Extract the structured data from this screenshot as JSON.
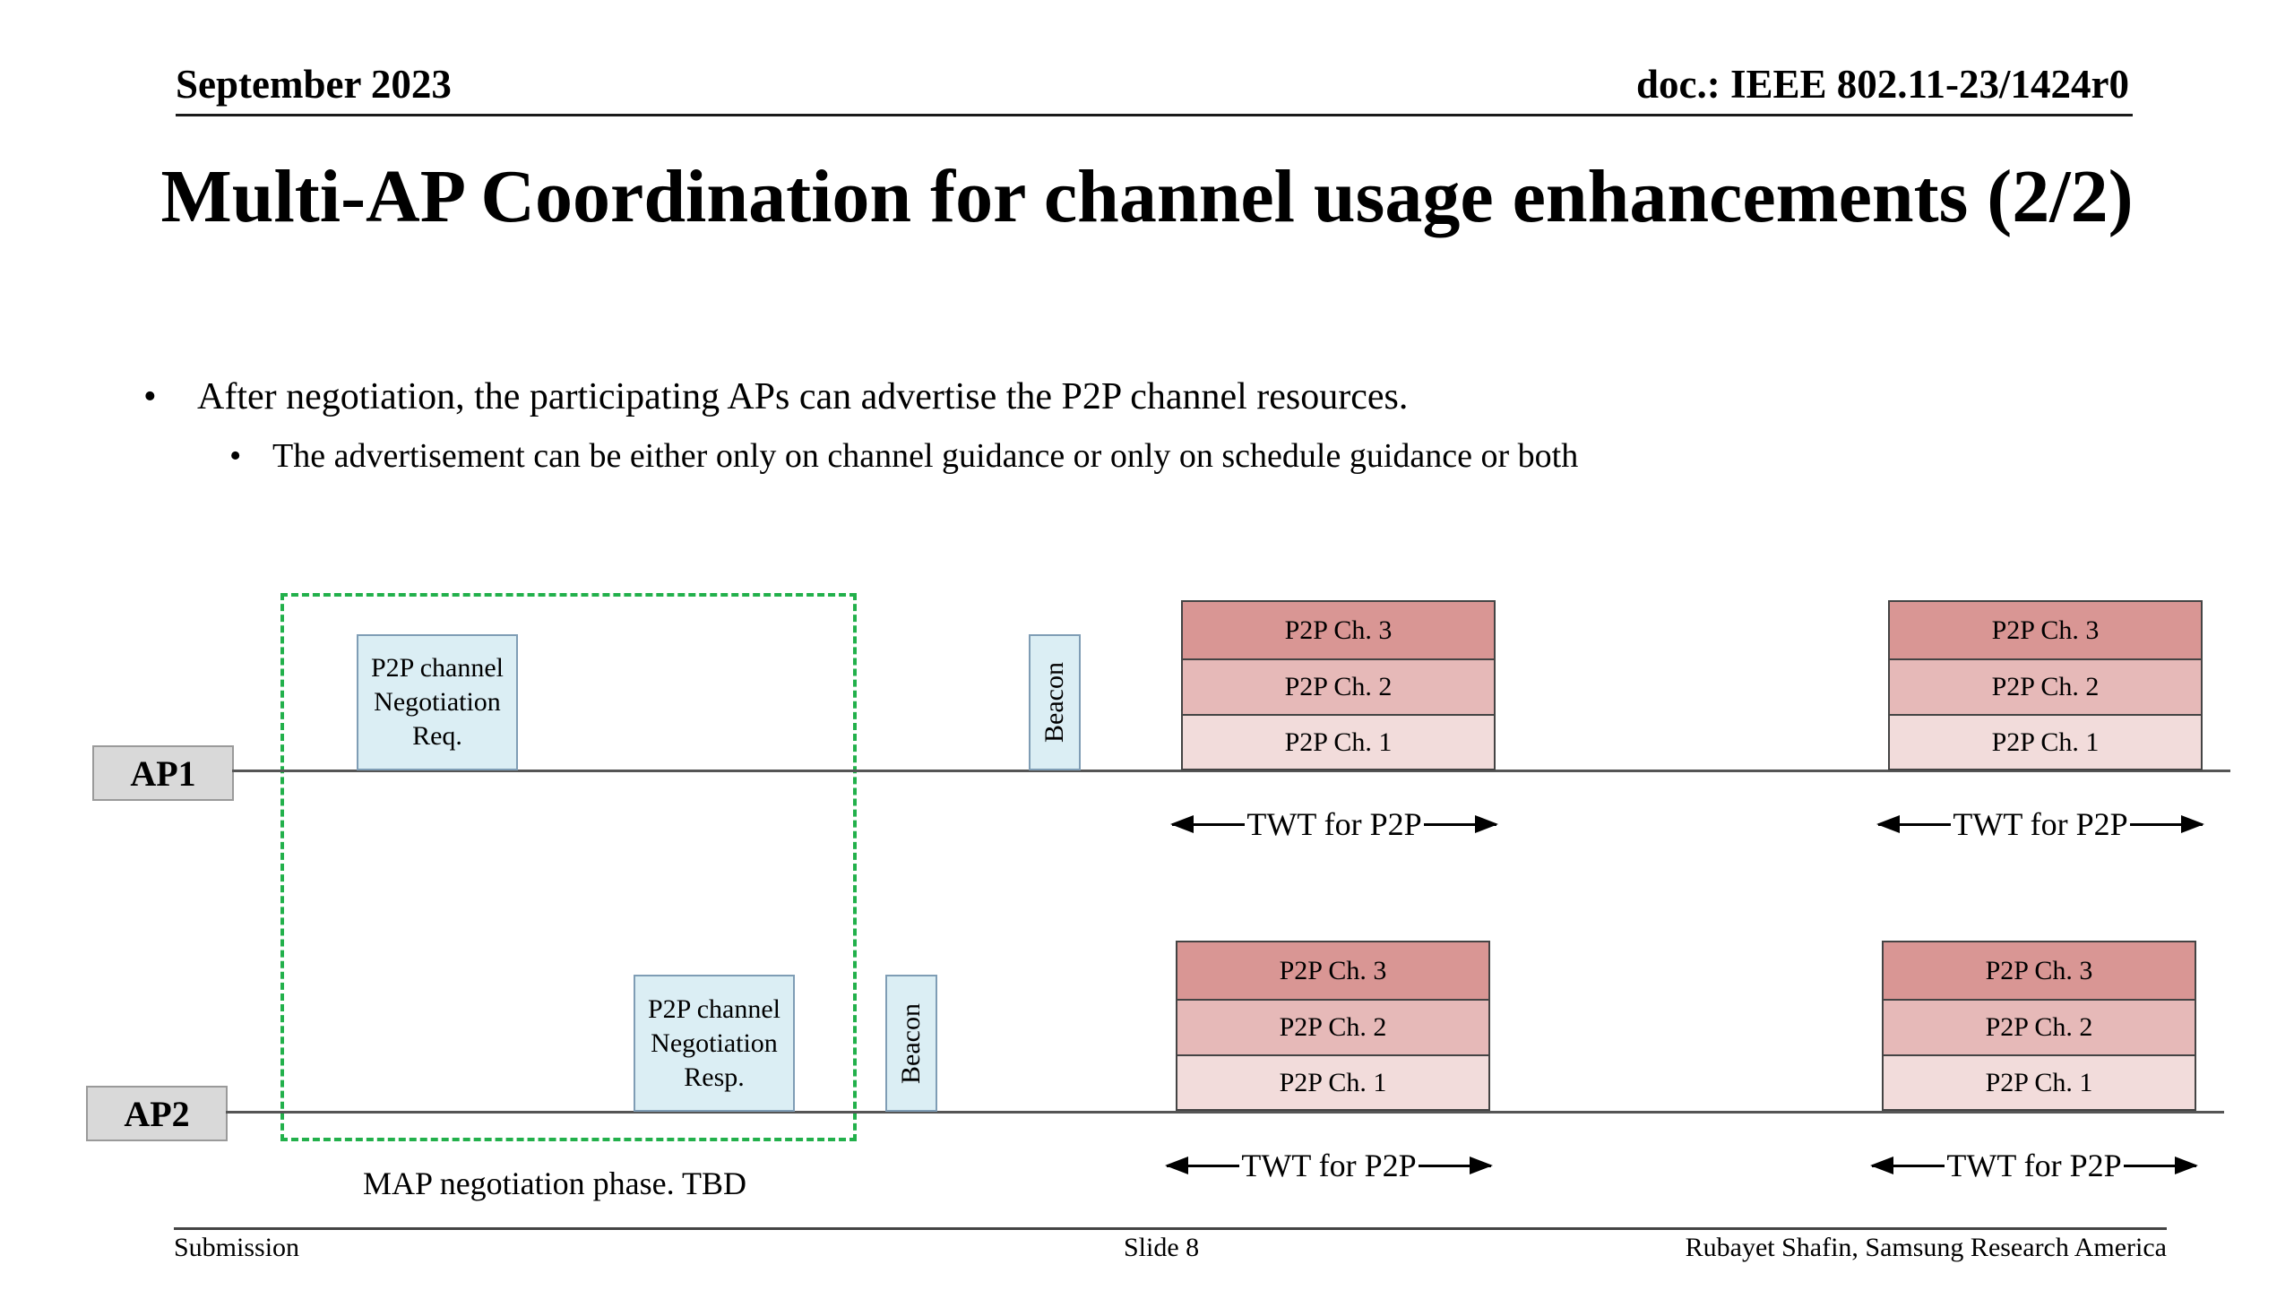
{
  "header": {
    "date": "September 2023",
    "doc": "doc.: IEEE 802.11-23/1424r0"
  },
  "title": "Multi-AP Coordination for channel usage enhancements (2/2)",
  "bullets": [
    {
      "marker": "•",
      "text": "After negotiation, the participating APs can advertise the P2P channel resources."
    },
    {
      "marker": "•",
      "text": "The advertisement can be either only on channel guidance or  only on schedule guidance or both"
    }
  ],
  "diagram": {
    "ap1_label": "AP1",
    "ap2_label": "AP2",
    "ap1_request": "P2P channel Negotiation Req.",
    "ap2_response": "P2P channel Negotiation Resp.",
    "beacon": "Beacon",
    "channels": {
      "ch3": "P2P Ch. 3",
      "ch2": "P2P Ch. 2",
      "ch1": "P2P Ch. 1"
    },
    "twt": "TWT for P2P",
    "negotiation_caption": "MAP negotiation phase. TBD",
    "colors": {
      "dashed_box": "#22b04b",
      "ch3": "#d99694",
      "ch2": "#e6b9b8",
      "ch1": "#f2dcdb",
      "msg_box": "#dbeef4"
    }
  },
  "footer": {
    "left": "Submission",
    "center": "Slide 8",
    "right": "Rubayet Shafin, Samsung Research America"
  }
}
